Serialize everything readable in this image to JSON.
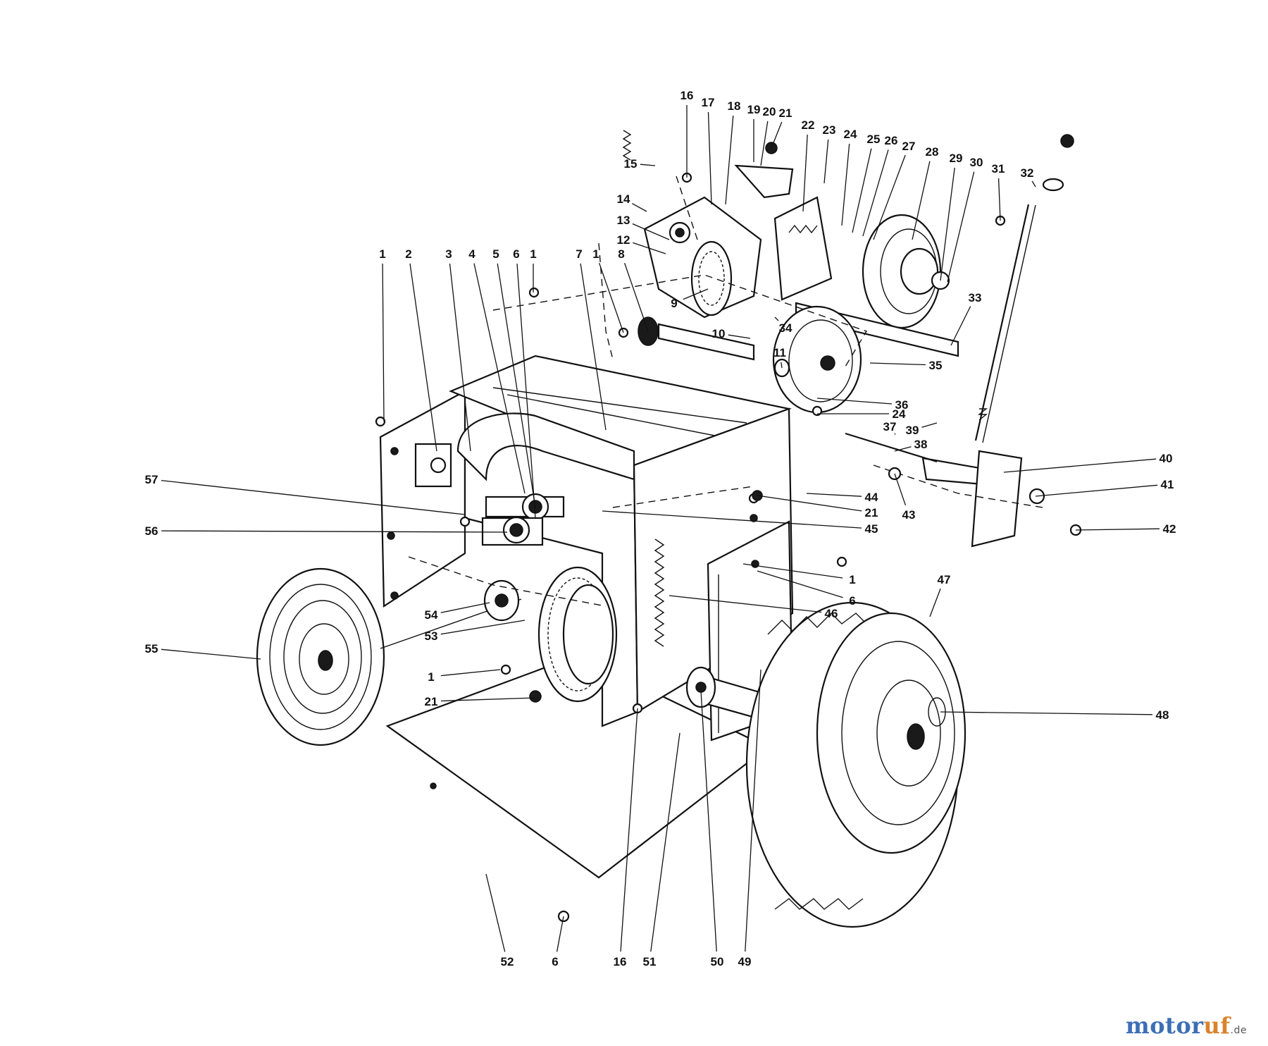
{
  "watermark": {
    "brand_word_1": "motor",
    "brand_word_2": "uf",
    "brand_suffix": ".de",
    "colors": [
      "#3d6fb6",
      "#d9832b"
    ]
  },
  "callouts": [
    {
      "label": "1"
    },
    {
      "label": "2"
    },
    {
      "label": "3"
    },
    {
      "label": "4"
    },
    {
      "label": "5"
    },
    {
      "label": "6"
    },
    {
      "label": "1"
    },
    {
      "label": "7"
    },
    {
      "label": "1"
    },
    {
      "label": "8"
    },
    {
      "label": "9"
    },
    {
      "label": "10"
    },
    {
      "label": "11"
    },
    {
      "label": "12"
    },
    {
      "label": "13"
    },
    {
      "label": "14"
    },
    {
      "label": "15"
    },
    {
      "label": "16"
    },
    {
      "label": "17"
    },
    {
      "label": "18"
    },
    {
      "label": "19"
    },
    {
      "label": "20"
    },
    {
      "label": "21"
    },
    {
      "label": "22"
    },
    {
      "label": "23"
    },
    {
      "label": "24"
    },
    {
      "label": "25"
    },
    {
      "label": "26"
    },
    {
      "label": "27"
    },
    {
      "label": "28"
    },
    {
      "label": "29"
    },
    {
      "label": "30"
    },
    {
      "label": "31"
    },
    {
      "label": "32"
    },
    {
      "label": "33"
    },
    {
      "label": "34"
    },
    {
      "label": "35"
    },
    {
      "label": "36"
    },
    {
      "label": "24"
    },
    {
      "label": "37"
    },
    {
      "label": "39"
    },
    {
      "label": "38"
    },
    {
      "label": "40"
    },
    {
      "label": "41"
    },
    {
      "label": "42"
    },
    {
      "label": "43"
    },
    {
      "label": "44"
    },
    {
      "label": "21"
    },
    {
      "label": "45"
    },
    {
      "label": "1"
    },
    {
      "label": "6"
    },
    {
      "label": "46"
    },
    {
      "label": "47"
    },
    {
      "label": "48"
    },
    {
      "label": "57"
    },
    {
      "label": "56"
    },
    {
      "label": "55"
    },
    {
      "label": "54"
    },
    {
      "label": "53"
    },
    {
      "label": "1"
    },
    {
      "label": "21"
    },
    {
      "label": "52"
    },
    {
      "label": "6"
    },
    {
      "label": "16"
    },
    {
      "label": "51"
    },
    {
      "label": "50"
    },
    {
      "label": "49"
    }
  ]
}
